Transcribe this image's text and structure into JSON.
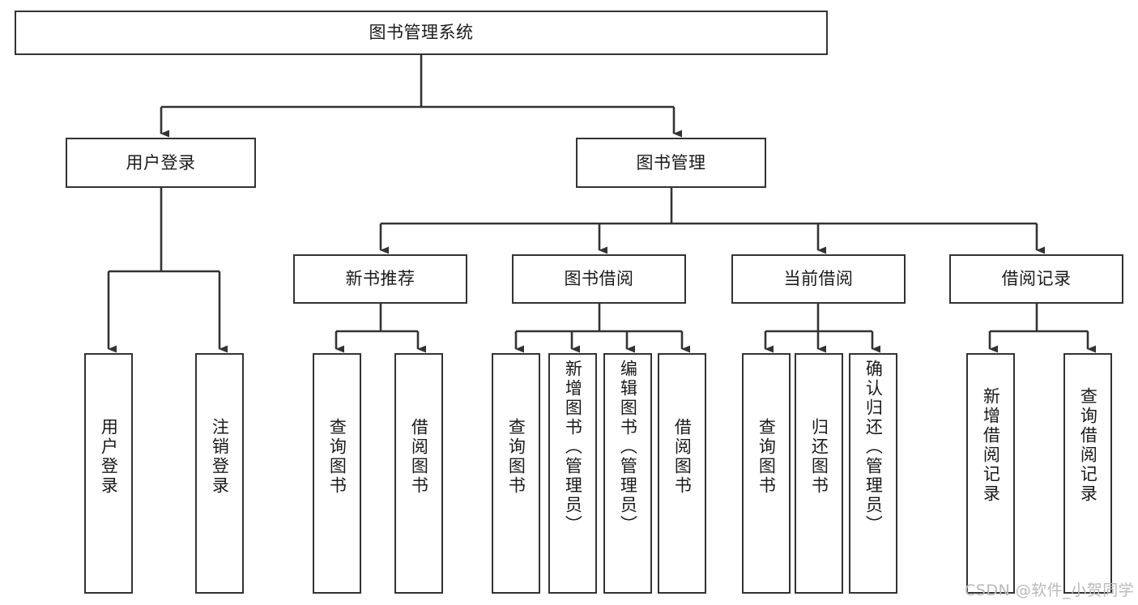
{
  "diagram": {
    "title": "图书管理系统",
    "type": "tree-hierarchy",
    "watermark": "CSDN @软件_小贺同学",
    "colors": {
      "border": "#333333",
      "background": "#ffffff",
      "text": "#1a1a1a",
      "watermark": "#b9b9b9"
    },
    "nodes": {
      "root": "图书管理系统",
      "level2": {
        "user_login": "用户登录",
        "book_manage": "图书管理"
      },
      "level3": {
        "new_book_rec": "新书推荐",
        "book_borrow": "图书借阅",
        "current_borrow": "当前借阅",
        "borrow_record": "借阅记录"
      },
      "leaves": {
        "user_login_1": "用户登录",
        "user_login_2": "注销登录",
        "new_book_1": "查询图书",
        "new_book_2": "借阅图书",
        "borrow_1": "查询图书",
        "borrow_2": "新增图书（管理员）",
        "borrow_3": "编辑图书（管理员）",
        "borrow_4": "借阅图书",
        "current_1": "查询图书",
        "current_2": "归还图书",
        "current_3": "确认归还（管理员）",
        "record_1": "新增借阅记录",
        "record_2": "查询借阅记录"
      }
    }
  }
}
